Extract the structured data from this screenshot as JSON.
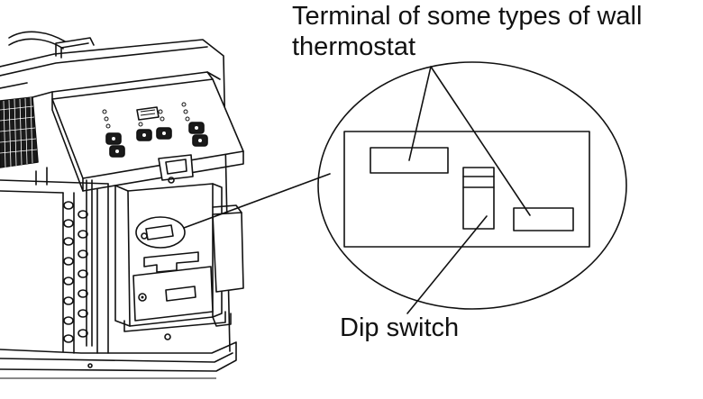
{
  "callouts": {
    "terminal_line1": "Terminal of some types of wall",
    "terminal_line2": "thermostat",
    "dip_switch": "Dip switch"
  },
  "colors": {
    "line": "#111111",
    "background": "#ffffff"
  }
}
